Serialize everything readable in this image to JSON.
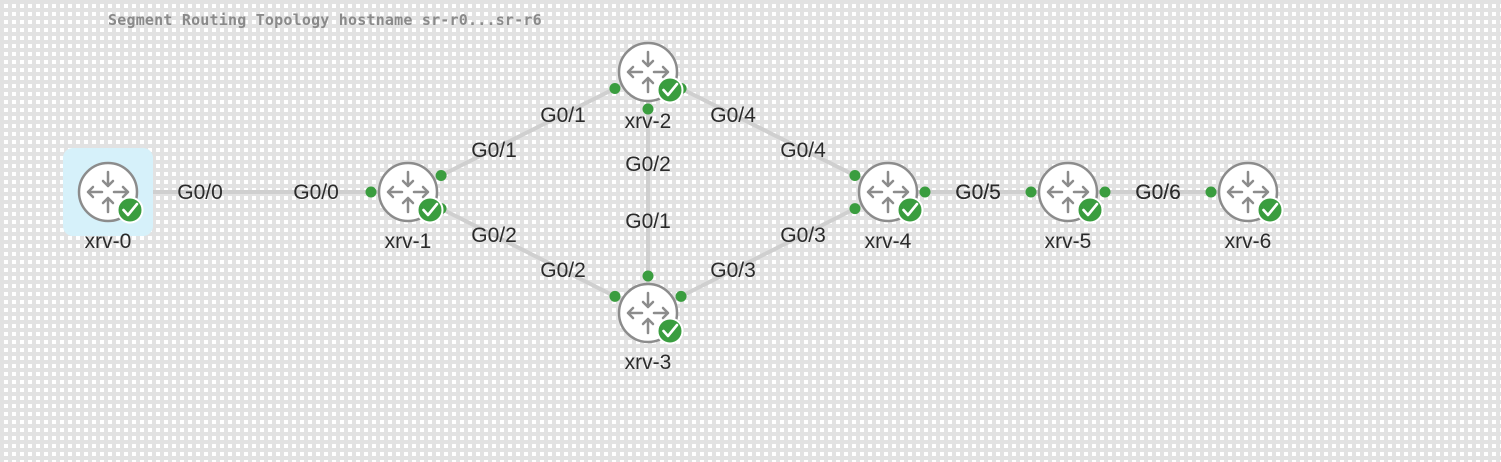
{
  "canvas": {
    "annotation": "Segment Routing Topology hostname sr-r0...sr-r6"
  },
  "colors": {
    "port": "#3a9d3f",
    "link": "#cfcfcf",
    "node_outline": "#8c8c8c",
    "status_ok": "#3a9d3f",
    "selection": "#d6f1fa"
  },
  "nodes": [
    {
      "id": "xrv-0",
      "label": "xrv-0",
      "icon": "router-icon",
      "status": "booted",
      "selected": true
    },
    {
      "id": "xrv-1",
      "label": "xrv-1",
      "icon": "router-icon",
      "status": "booted",
      "selected": false
    },
    {
      "id": "xrv-2",
      "label": "xrv-2",
      "icon": "router-icon",
      "status": "booted",
      "selected": false
    },
    {
      "id": "xrv-3",
      "label": "xrv-3",
      "icon": "router-icon",
      "status": "booted",
      "selected": false
    },
    {
      "id": "xrv-4",
      "label": "xrv-4",
      "icon": "router-icon",
      "status": "booted",
      "selected": false
    },
    {
      "id": "xrv-5",
      "label": "xrv-5",
      "icon": "router-icon",
      "status": "booted",
      "selected": false
    },
    {
      "id": "xrv-6",
      "label": "xrv-6",
      "icon": "router-icon",
      "status": "booted",
      "selected": false
    }
  ],
  "links": [
    {
      "a": "xrv-0",
      "a_iface": "G0/0",
      "b": "xrv-1",
      "b_iface": "G0/0"
    },
    {
      "a": "xrv-1",
      "a_iface": "G0/1",
      "b": "xrv-2",
      "b_iface": "G0/1"
    },
    {
      "a": "xrv-1",
      "a_iface": "G0/2",
      "b": "xrv-3",
      "b_iface": "G0/2"
    },
    {
      "a": "xrv-2",
      "a_iface": "G0/2",
      "b": "xrv-3",
      "b_iface": "G0/1"
    },
    {
      "a": "xrv-2",
      "a_iface": "G0/4",
      "b": "xrv-4",
      "b_iface": "G0/4"
    },
    {
      "a": "xrv-3",
      "a_iface": "G0/3",
      "b": "xrv-4",
      "b_iface": "G0/3"
    },
    {
      "a": "xrv-4",
      "a_iface": "G0/5",
      "b": "xrv-5",
      "b_iface": "G0/5"
    },
    {
      "a": "xrv-5",
      "a_iface": "G0/6",
      "b": "xrv-6",
      "b_iface": "G0/6"
    }
  ]
}
